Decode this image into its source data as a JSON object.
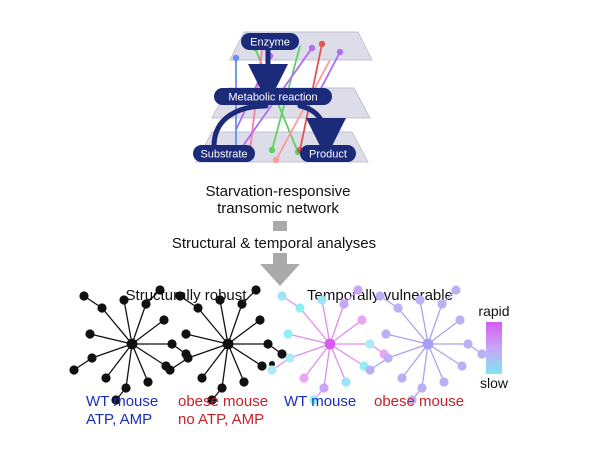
{
  "layers": {
    "enzyme": "Enzyme",
    "reaction": "Metabolic reaction",
    "substrate": "Substrate",
    "product": "Product"
  },
  "caption": {
    "line1": "Starvation-responsive",
    "line2": "transomic network"
  },
  "analysis_label": "Structural & temporal analyses",
  "robust_heading": "Structurally robust",
  "vulnerable_heading": "Temporally vulnerable",
  "scale": {
    "top": "rapid",
    "bottom": "slow"
  },
  "bottom_labels": {
    "wt_mouse_1": "WT mouse",
    "obese_mouse_1": "obese mouse",
    "wt_mouse_2": "WT mouse",
    "obese_mouse_2": "obese mouse",
    "atp_amp": "ATP, AMP",
    "no_atp_amp": "no ATP, AMP"
  },
  "colors": {
    "navy": "#1c2a7a",
    "blue_label": "#1a2fb8",
    "red_label": "#c8202a",
    "plane": "#dcdde8",
    "arrow_gray": "#aaaaaa",
    "rapid": "#d65cf0",
    "slow": "#7ee6f2"
  }
}
